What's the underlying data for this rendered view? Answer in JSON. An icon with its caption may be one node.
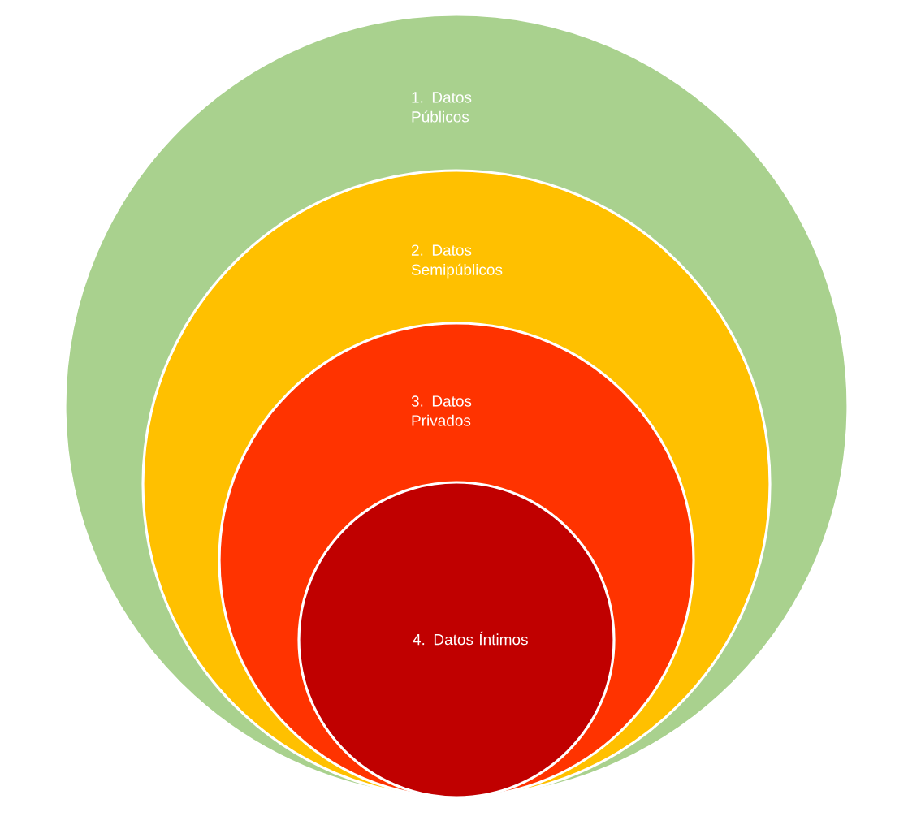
{
  "diagram": {
    "nodes": [
      {
        "text": [
          "1. Datos Públicos"
        ]
      },
      {
        "text": [
          "2. Datos Semipúblicos"
        ],
        "in": 0
      },
      {
        "text": [
          "3. Datos Privados"
        ],
        "in": 1
      },
      {
        "text": [
          "4. Datos Íntimos"
        ],
        "in": 2
      }
    ]
  }
}
